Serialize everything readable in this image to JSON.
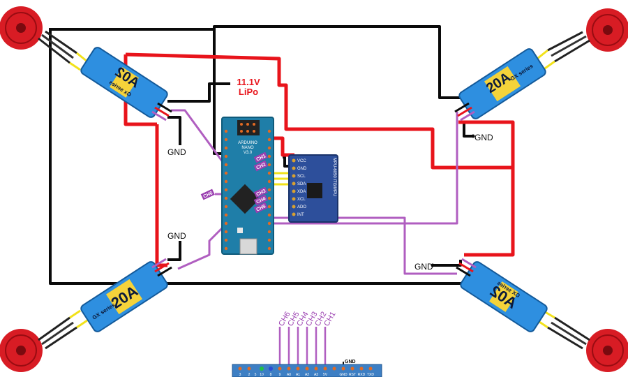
{
  "battery": {
    "voltage": "11.1V",
    "type": "LiPo"
  },
  "gnd_label": "GND",
  "esc": {
    "rating": "20A",
    "series": "GX series",
    "rating_mirrored": "A02",
    "series_mirrored": "Gx series"
  },
  "arduino": {
    "line1": "ARDUINO",
    "line2": "NANO",
    "line3": "V3.0"
  },
  "imu": {
    "model": "MPU-6050 ITG/MPU",
    "pins": [
      "VCC",
      "GND",
      "SCL",
      "SDA",
      "XDA",
      "XCL",
      "ADO",
      "INT"
    ]
  },
  "receiver_channels": [
    "CH6",
    "CH5",
    "CH4",
    "CH3",
    "CH2",
    "CH1"
  ],
  "receiver_header_pins": [
    "3",
    "2",
    "5",
    "10",
    "8",
    "9",
    "A0",
    "A1",
    "A2",
    "A3",
    "5V",
    "GND",
    "RST",
    "RXD",
    "TXD"
  ],
  "nano_channel_labels": [
    "CH1",
    "CH2",
    "CH3",
    "CH4",
    "CH5",
    "CH6"
  ],
  "colors": {
    "wire_power": "#e8141b",
    "wire_ground": "#0a0a0a",
    "wire_signal": "#b05ec0",
    "wire_i2c": "#f2e21a",
    "esc_body": "#2e8fe0",
    "motor": "#d81c24",
    "nano_board": "#1f7ea8",
    "imu_board": "#2d4f9b"
  }
}
